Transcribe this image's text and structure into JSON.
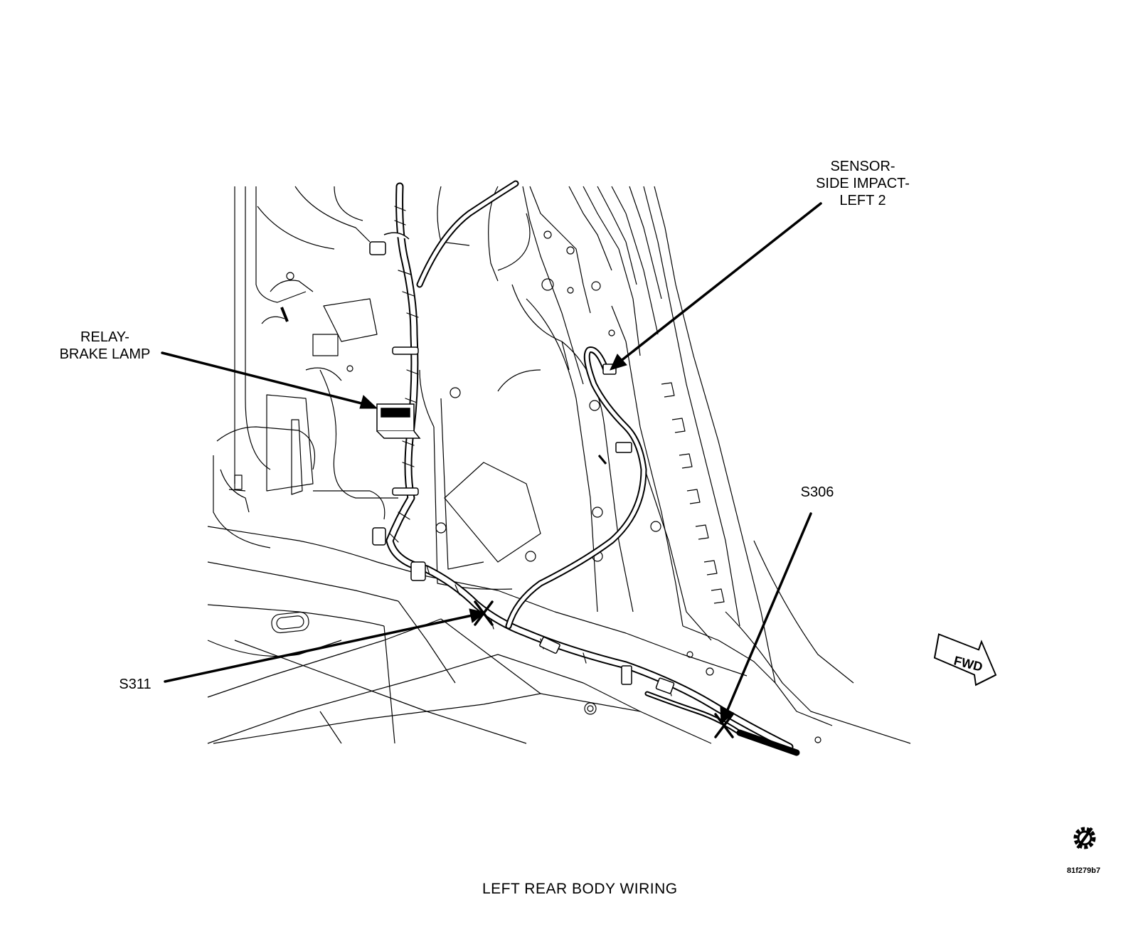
{
  "callouts": {
    "relay": [
      "RELAY-",
      "BRAKE LAMP"
    ],
    "sensor": [
      "SENSOR-",
      "SIDE IMPACT-",
      "LEFT 2"
    ],
    "s306": "S306",
    "s311": "S311"
  },
  "fwd_label": "FWD",
  "ref_code": "81f279b7",
  "caption": "LEFT REAR BODY WIRING",
  "icons": {
    "direction": "fwd-arrow-icon",
    "logo": "gear-slash-icon"
  },
  "colors": {
    "line": "#000000",
    "background": "#ffffff"
  }
}
